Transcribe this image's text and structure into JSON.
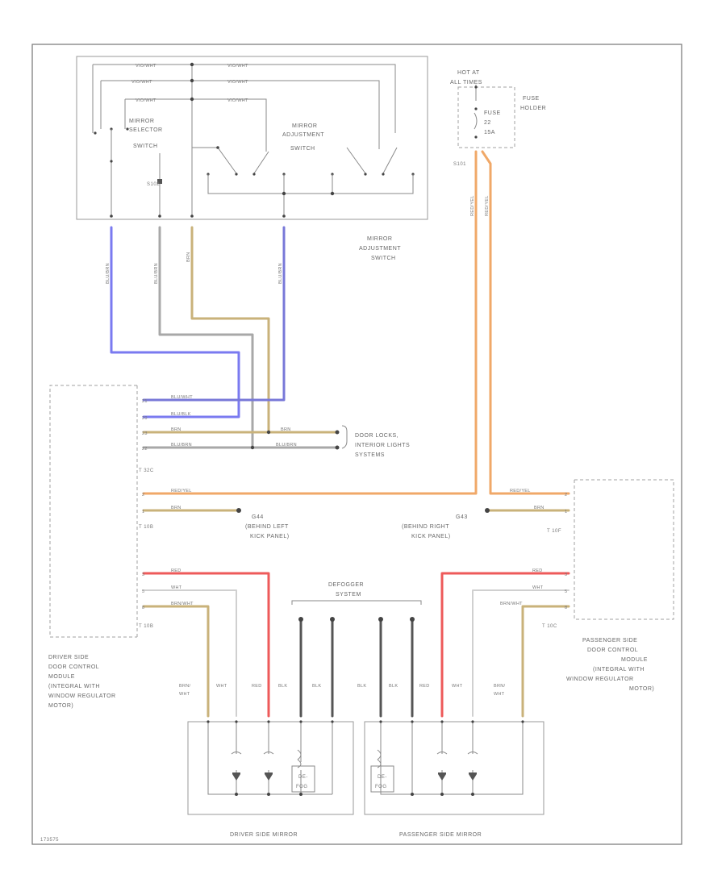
{
  "colors": {
    "blue": "#7a7af0",
    "violet": "#7878d8",
    "gray": "#a8a8a8",
    "tan": "#c9b27a",
    "orange": "#f0a868",
    "red": "#ee5a5a",
    "black": "#555555",
    "white_wire": "#d0d0d0",
    "outline": "#9a9a9a"
  },
  "labels": {
    "mirror_selector_switch": [
      "MIRROR",
      "SELECTOR",
      "SWITCH"
    ],
    "mirror_adjustment_switch_inner": [
      "MIRROR",
      "ADJUSTMENT",
      "SWITCH"
    ],
    "mirror_adjustment_switch": [
      "MIRROR",
      "ADJUSTMENT",
      "SWITCH"
    ],
    "hot_at_all_times": [
      "HOT AT",
      "ALL TIMES"
    ],
    "fuse_holder": [
      "FUSE",
      "HOLDER"
    ],
    "fuse": [
      "FUSE",
      "22",
      "15A"
    ],
    "splice_s101": "S101",
    "splice_s102": "S102",
    "door_locks": [
      "DOOR LOCKS,",
      "INTERIOR LIGHTS",
      "SYSTEMS"
    ],
    "ground_left": [
      "G44",
      "(BEHIND LEFT",
      "KICK PANEL)"
    ],
    "ground_right": [
      "G43",
      "(BEHIND RIGHT",
      "KICK PANEL)"
    ],
    "defogger_system": [
      "DEFOGGER",
      "SYSTEM"
    ],
    "driver_dcm": [
      "DRIVER SIDE",
      "DOOR CONTROL",
      "MODULE",
      "(INTEGRAL WITH",
      "WINDOW REGULATOR",
      "MOTOR)"
    ],
    "passenger_dcm": [
      "PASSENGER SIDE",
      "DOOR CONTROL",
      "MODULE",
      "(INTEGRAL WITH",
      "WINDOW REGULATOR",
      "MOTOR)"
    ],
    "driver_mirror": "DRIVER SIDE MIRROR",
    "passenger_mirror": "PASSENGER SIDE MIRROR",
    "defog_element": [
      "DE-",
      "FOG"
    ],
    "connector_t32c": "T 32C",
    "connector_t10b": "T 10B",
    "connector_t10b2": "T 10B",
    "connector_t10f": "T 10F",
    "connector_t10c": "T 10C",
    "figure_id": "173575"
  },
  "wires": {
    "top_switch": [
      "VIO/WHT",
      "VIO/WHT",
      "VIO/WHT",
      "VIO/WHT",
      "VIO/WHT",
      "VIO/WHT"
    ],
    "vert_1": "BLU/BRN",
    "vert_2": "BLU/BRN",
    "vert_3": "BRN",
    "vert_4": "BLU/BRN",
    "fuse_1": "RED/YEL",
    "fuse_2": "RED/YEL",
    "t32_1": "BLU/WHT",
    "t32_2": "BLU/BLK",
    "t32_3": "BRN",
    "t32_4": "BLU/BRN",
    "brn_right": "BRN",
    "blubrn_right": "BLU/BRN",
    "redyel_left": "RED/YEL",
    "brn_gnd_left": "BRN",
    "redyel_right": "RED/YEL",
    "brn_gnd_right": "BRN",
    "red_left": "RED",
    "wht_left": "WHT",
    "brnwht_left": "BRN/WHT",
    "red_right": "RED",
    "wht_right": "WHT",
    "brnwht_right": "BRN/WHT",
    "mirror_bottom": [
      "BRN/",
      "WHT",
      "WHT",
      "RED",
      "BLK",
      "BLK",
      "BLK",
      "BLK",
      "RED",
      "WHT",
      "BRN/",
      "WHT"
    ]
  },
  "pins": {
    "t32c": [
      "21",
      "20",
      "23",
      "22"
    ],
    "t10b": [
      "2",
      "1"
    ],
    "t10b2": [
      "3",
      "5",
      "8"
    ],
    "t10f": [
      "2",
      "1"
    ],
    "t10c": [
      "3",
      "5",
      "8"
    ]
  }
}
